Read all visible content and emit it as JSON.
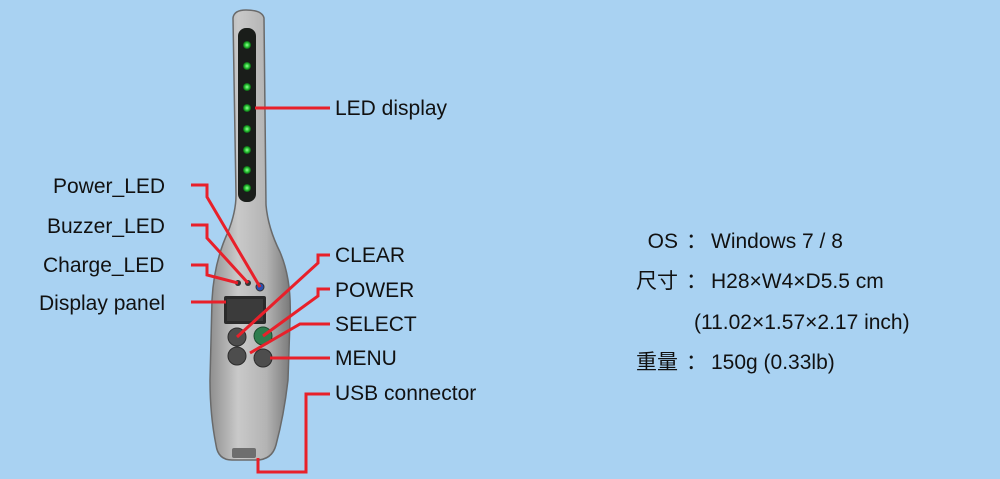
{
  "callouts": {
    "led_display": "LED display",
    "power_led": "Power_LED",
    "buzzer_led": "Buzzer_LED",
    "charge_led": "Charge_LED",
    "display_panel": "Display panel",
    "clear": "CLEAR",
    "power": "POWER",
    "select": "SELECT",
    "menu": "MENU",
    "usb_connector": "USB connector"
  },
  "specs": {
    "os_key": "OS",
    "os_val": "Windows 7 / 8",
    "size_key": "尺寸",
    "size_val": "H28×W4×D5.5 cm",
    "size_val_inch": "(11.02×1.57×2.17 inch)",
    "weight_key": "重量",
    "weight_val": "150g (0.33lb)",
    "separator": "："
  },
  "colors": {
    "background": "#a9d2f2",
    "callout_line": "#e8202a",
    "led_green": "#2fcf3a"
  }
}
